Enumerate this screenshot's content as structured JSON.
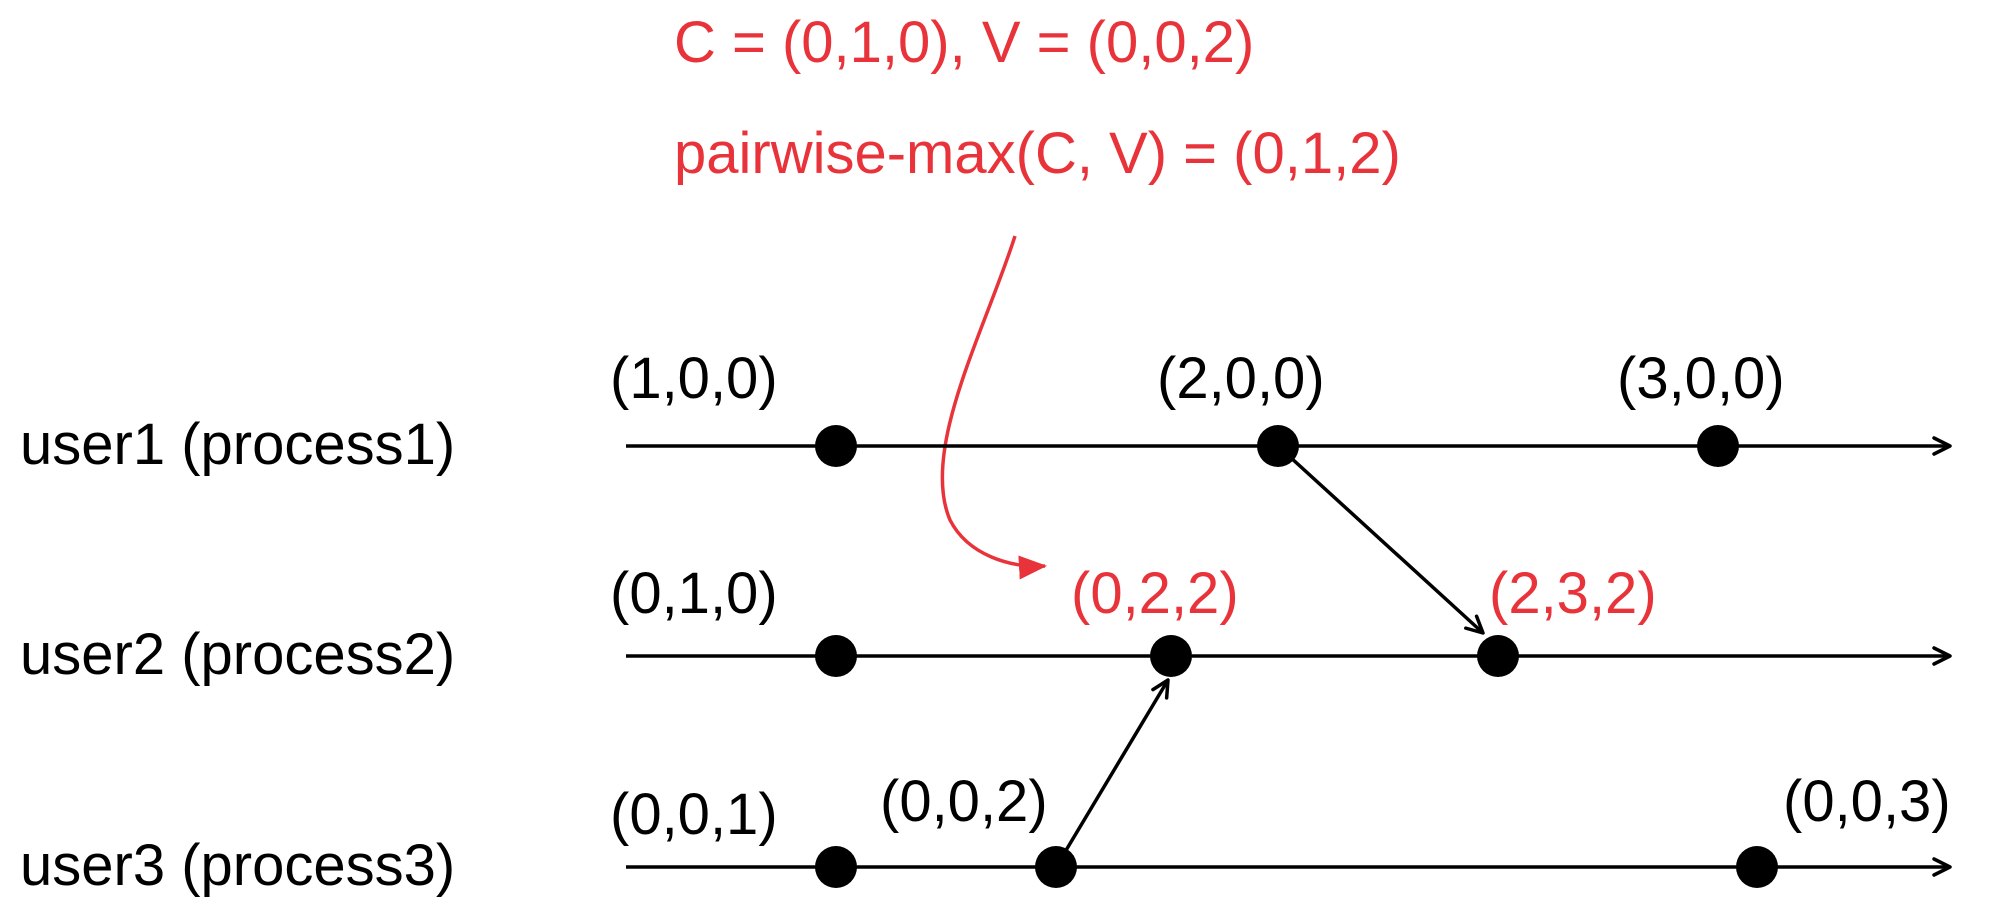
{
  "annotation": {
    "line1": "C = (0,1,0), V = (0,0,2)",
    "line2": "pairwise-max(C, V) = (0,1,2)"
  },
  "processes": [
    {
      "label": "user1 (process1)",
      "events": [
        {
          "label": "(1,0,0)"
        },
        {
          "label": "(2,0,0)"
        },
        {
          "label": "(3,0,0)"
        }
      ]
    },
    {
      "label": "user2 (process2)",
      "events": [
        {
          "label": "(0,1,0)"
        },
        {
          "label": "(0,2,2)"
        },
        {
          "label": "(2,3,2)"
        }
      ]
    },
    {
      "label": "user3 (process3)",
      "events": [
        {
          "label": "(0,0,1)"
        },
        {
          "label": "(0,0,2)"
        },
        {
          "label": "(0,0,3)"
        }
      ]
    }
  ],
  "messages": [
    {
      "from": "user1 (2,0,0)",
      "to": "user2 (2,3,2)"
    },
    {
      "from": "user3 (0,0,2)",
      "to": "user2 (0,2,2)"
    }
  ],
  "colors": {
    "highlight": "#e8333a",
    "ink": "#000000"
  }
}
